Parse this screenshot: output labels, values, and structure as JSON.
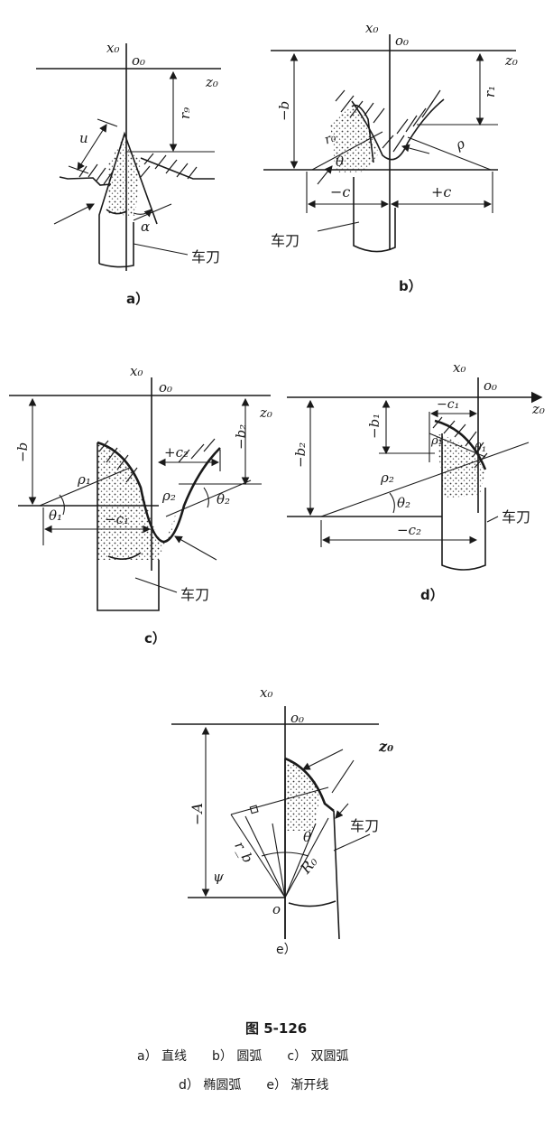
{
  "figure": {
    "number": "图 5-126",
    "caption_line1": "a） 直线　　b） 圆弧　　c） 双圆弧",
    "caption_line2": "d） 椭圆弧　　e） 渐开线"
  },
  "panels": {
    "a": {
      "label": "a）",
      "axis_x": "x₀",
      "origin": "o₀",
      "axis_z": "z₀",
      "dim_r": "r₉",
      "dim_u": "u",
      "angle": "α",
      "tool": "车刀"
    },
    "b": {
      "label": "b）",
      "axis_x": "x₀",
      "origin": "o₀",
      "axis_z": "z₀",
      "dim_b": "−b",
      "dim_r1": "r₁",
      "dim_r0": "r₀",
      "angle": "θ",
      "rho": "ρ",
      "dim_minus_c": "−c",
      "dim_plus_c": "+c",
      "tool": "车刀"
    },
    "c": {
      "label": "c）",
      "axis_x": "x₀",
      "origin": "o₀",
      "axis_z": "z₀",
      "dim_b": "−b",
      "dim_b2": "−b₂",
      "dim_c2": "+c₂",
      "dim_c1": "−c₁",
      "rho1": "ρ₁",
      "rho2": "ρ₂",
      "theta1": "θ₁",
      "theta2": "θ₂",
      "tool": "车刀"
    },
    "d": {
      "label": "d）",
      "axis_x": "x₀",
      "origin": "o₀",
      "axis_z": "z₀",
      "dim_b1": "−b₁",
      "dim_b2": "−b₂",
      "dim_c1": "−c₁",
      "dim_c2": "−c₂",
      "rho1": "ρ₁",
      "rho2": "ρ₂",
      "theta1": "θ₁",
      "theta2": "θ₂",
      "tool": "车刀"
    },
    "e": {
      "label": "e）",
      "axis_x": "x₀",
      "origin": "o₀",
      "axis_z": "z₀",
      "dim_A": "−A",
      "rb": "r_b",
      "R0": "R₀",
      "theta": "θ",
      "psi": "ψ",
      "o": "o",
      "tool": "车刀"
    }
  }
}
